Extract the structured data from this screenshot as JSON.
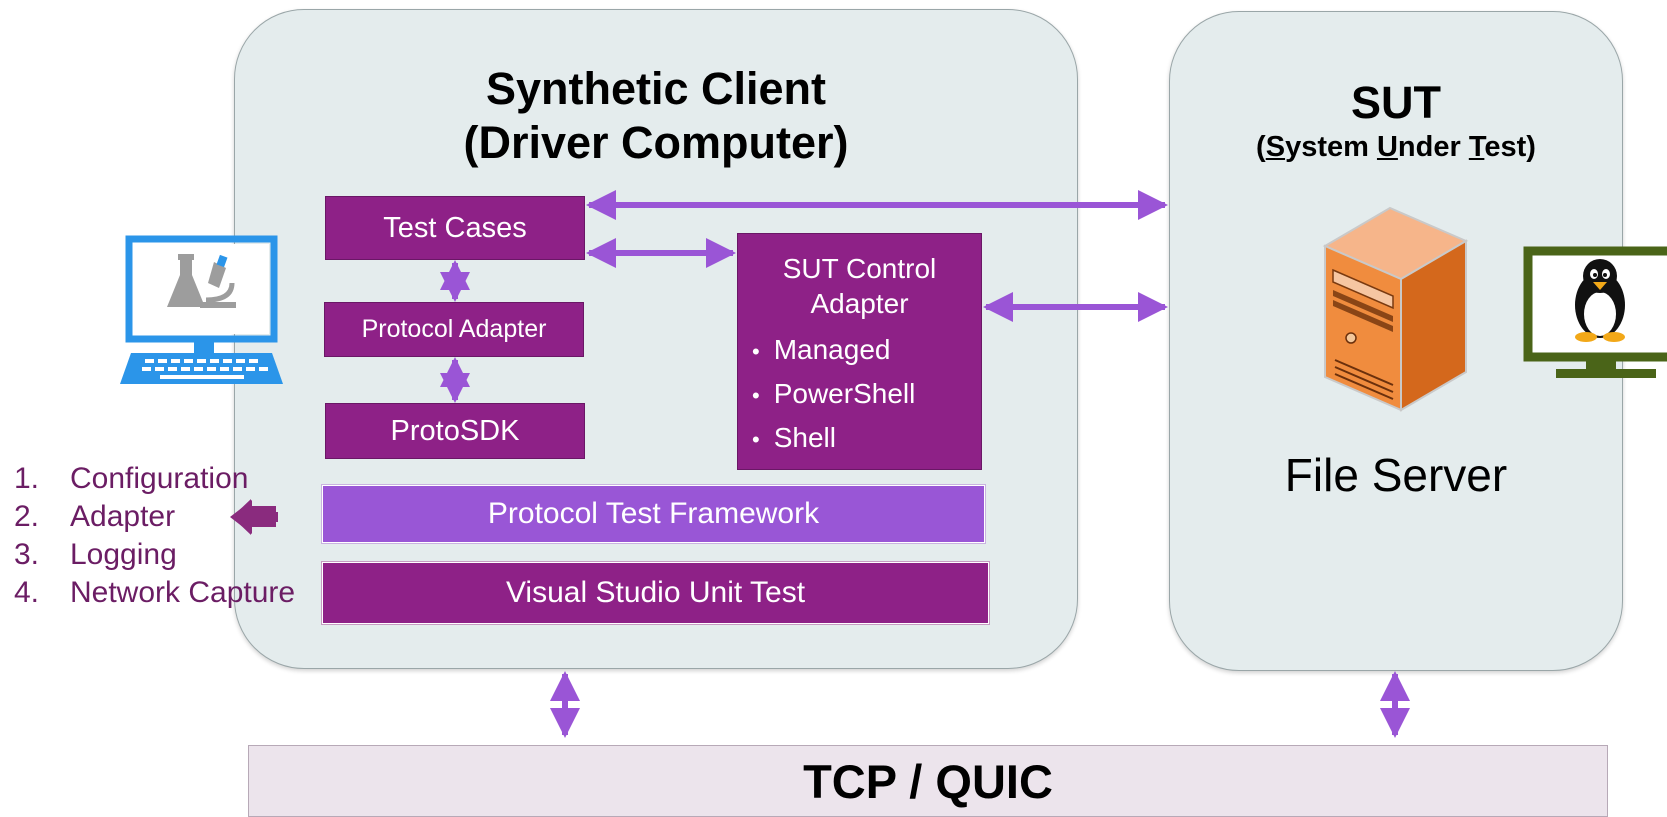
{
  "client": {
    "title_line1": "Synthetic Client",
    "title_line2": "(Driver Computer)"
  },
  "sut": {
    "title": "SUT",
    "subtitle_open": "(",
    "subtitle_s": "S",
    "subtitle_ystem": "ystem ",
    "subtitle_u": "U",
    "subtitle_nder": "nder ",
    "subtitle_t": "T",
    "subtitle_est": "est)",
    "server_label": "File Server"
  },
  "boxes": {
    "test_cases": "Test Cases",
    "protocol_adapter": "Protocol Adapter",
    "protosdk": "ProtoSDK",
    "sut_control_title": "SUT Control Adapter",
    "sut_control_items": [
      "Managed",
      "PowerShell",
      "Shell"
    ]
  },
  "layers": {
    "ptf": "Protocol Test Framework",
    "vsut": "Visual Studio Unit Test",
    "transport": "TCP / QUIC"
  },
  "config_list": [
    {
      "num": "1.",
      "label": "Configuration"
    },
    {
      "num": "2.",
      "label": "Adapter"
    },
    {
      "num": "3.",
      "label": "Logging"
    },
    {
      "num": "4.",
      "label": "Network Capture"
    }
  ],
  "icons": {
    "driver": "laptop-lab-icon",
    "server": "server-tower-icon",
    "os": "linux-monitor-icon"
  },
  "colors": {
    "panel": "#e4eced",
    "box": "#8e2187",
    "ptf": "#9956d6",
    "arrow": "#9a55d6",
    "list_text": "#6b1d64",
    "transport": "#ece4ec"
  }
}
